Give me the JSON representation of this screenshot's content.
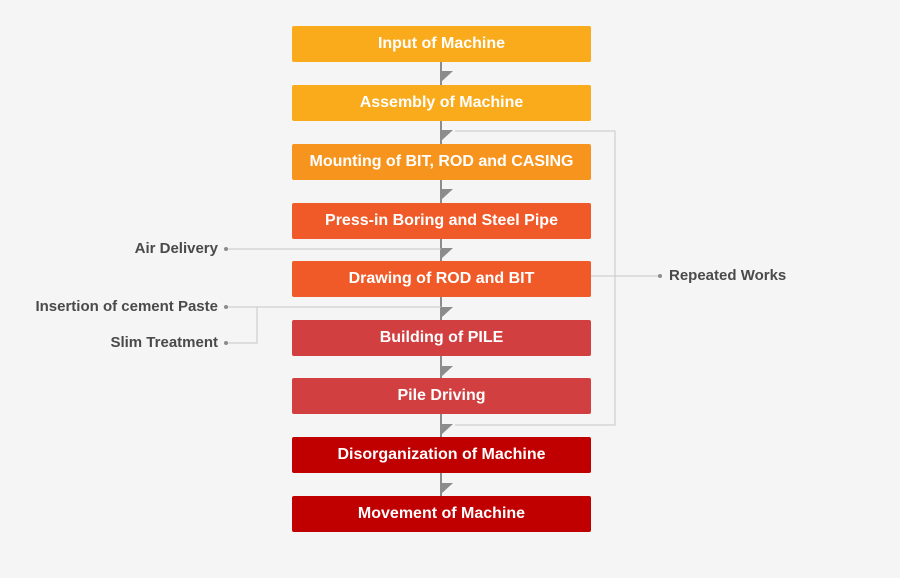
{
  "steps": [
    {
      "label": "Input of Machine",
      "color": "#f9ab1b"
    },
    {
      "label": "Assembly of Machine",
      "color": "#f9ab1b"
    },
    {
      "label": "Mounting of BIT, ROD and CASING",
      "color": "#f7941d"
    },
    {
      "label": "Press-in Boring and Steel Pipe",
      "color": "#f05a28"
    },
    {
      "label": "Drawing of ROD and BIT",
      "color": "#f05a28"
    },
    {
      "label": "Building of PILE",
      "color": "#d13f40"
    },
    {
      "label": "Pile Driving",
      "color": "#d13f40"
    },
    {
      "label": "Disorganization of Machine",
      "color": "#c00000"
    },
    {
      "label": "Movement of Machine",
      "color": "#c00000"
    }
  ],
  "notes": {
    "air_delivery": "Air Delivery",
    "insertion": "Insertion of cement Paste",
    "slim_treatment": "Slim Treatment",
    "repeated_works": "Repeated Works"
  },
  "colors": {
    "connector": "#8c8c8c",
    "bracket": "#c8c8c8",
    "note_text": "#4a4a4a",
    "background": "#f5f5f5"
  }
}
